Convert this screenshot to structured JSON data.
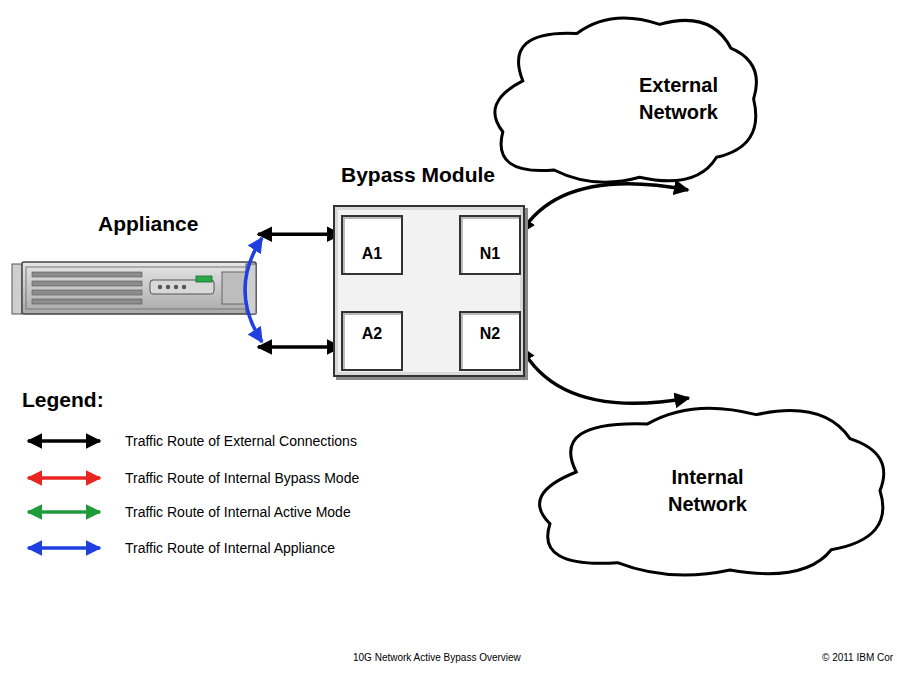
{
  "diagram": {
    "nodes": [
      {
        "text": [
          "External Network"
        ]
      },
      {
        "text": [
          "Bypass Module"
        ]
      },
      {
        "text": [
          "Appliance"
        ]
      },
      {
        "text": [
          "A1"
        ],
        "in": 1
      },
      {
        "text": [
          "N1"
        ],
        "in": 1
      },
      {
        "text": [
          "A2"
        ],
        "in": 1
      },
      {
        "text": [
          "N2"
        ],
        "in": 1
      },
      {
        "text": [
          "Internal Network"
        ]
      }
    ],
    "edges": [
      {
        "from": 2,
        "to": 3,
        "arrow": "both"
      },
      {
        "from": 2,
        "to": 5,
        "arrow": "both"
      },
      {
        "from": 3,
        "to": 4,
        "arrow": "both"
      },
      {
        "from": 5,
        "to": 6,
        "arrow": "both"
      },
      {
        "from": 4,
        "to": 6,
        "arrow": "both"
      },
      {
        "from": 4,
        "to": 0,
        "arrow": "both"
      },
      {
        "from": 6,
        "to": 7,
        "arrow": "both"
      }
    ],
    "labels": [
      "Legend:",
      "10G Network Active Bypass Overview",
      "© 2011 IBM Cor"
    ],
    "legend": [
      {
        "text": "Traffic Route of External Connections"
      },
      {
        "text": "Traffic Route of Internal Bypass Mode"
      },
      {
        "text": "Traffic Route of Internal Active Mode"
      },
      {
        "text": "Traffic Route of Internal Appliance"
      }
    ]
  }
}
